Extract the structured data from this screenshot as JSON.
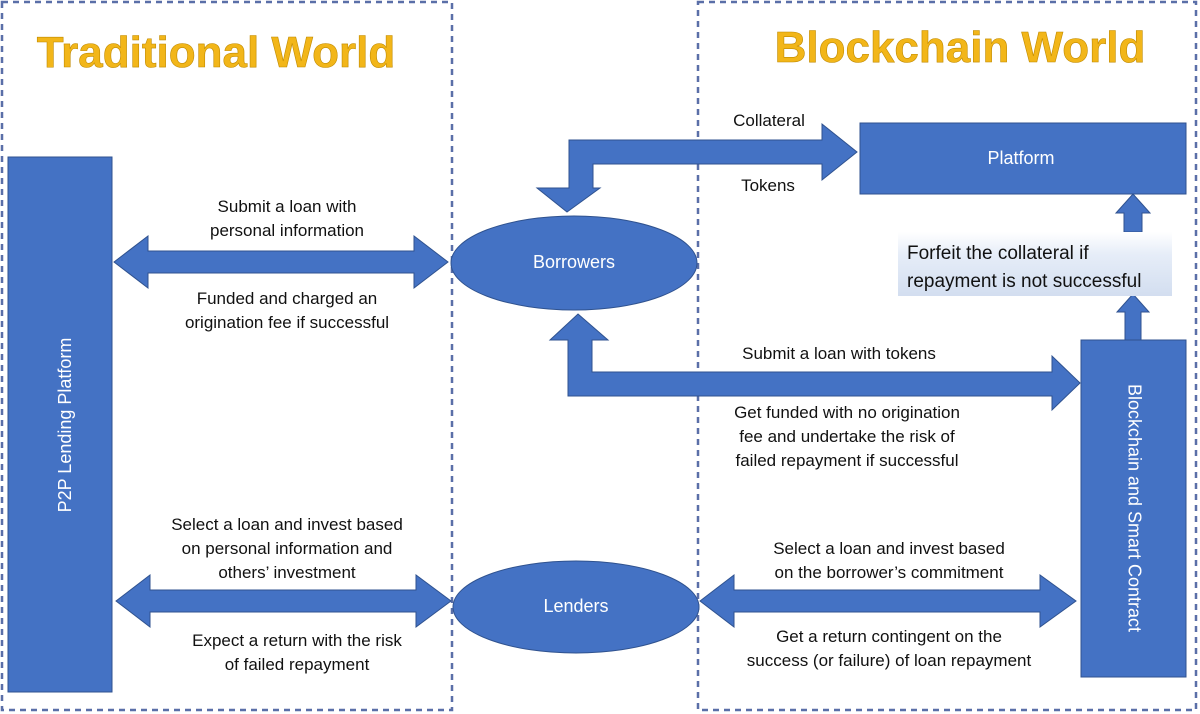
{
  "colors": {
    "shape_fill": "#4472c4",
    "shape_stroke": "#2f528f",
    "region_border": "#5a6fa8",
    "title_color": "#f2b619",
    "note_fill": "#dce6f4"
  },
  "regions": {
    "traditional": {
      "title": "Traditional World"
    },
    "blockchain": {
      "title": "Blockchain World"
    }
  },
  "nodes": {
    "p2p_platform": "P2P Lending Platform",
    "borrowers": "Borrowers",
    "lenders": "Lenders",
    "platform": "Platform",
    "blockchain_contract": "Blockchain and Smart Contract"
  },
  "labels": {
    "trad_borrow_top": [
      "Submit a loan with",
      "personal information"
    ],
    "trad_borrow_bottom": [
      "Funded and charged an",
      "origination fee if successful"
    ],
    "trad_lend_top": [
      "Select a loan and invest based",
      "on personal information and",
      "others’ investment"
    ],
    "trad_lend_bottom": [
      "Expect a return with the risk",
      "of failed repayment"
    ],
    "collateral": "Collateral",
    "tokens": "Tokens",
    "chain_borrow_top": "Submit a loan with tokens",
    "chain_borrow_bottom": [
      "Get funded with no origination",
      "fee and undertake the risk of",
      "failed repayment if successful"
    ],
    "chain_lend_top": [
      "Select a loan and invest based",
      "on the borrower’s commitment"
    ],
    "chain_lend_bottom": [
      "Get a return contingent on the",
      "success (or failure) of loan repayment"
    ],
    "forfeit": [
      "Forfeit the collateral if",
      "repayment is not successful"
    ]
  }
}
